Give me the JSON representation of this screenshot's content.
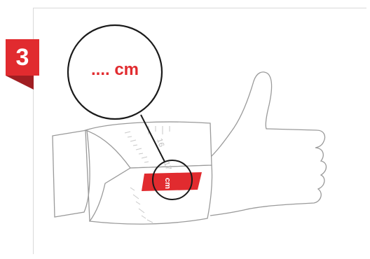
{
  "step": {
    "number": "3"
  },
  "magnifier": {
    "reading": ".... cm"
  },
  "tape": {
    "unit_label": "cm",
    "tick_labels": [
      "16",
      "17"
    ]
  },
  "colors": {
    "accent": "#e12b2f",
    "accent_dark": "#a01e22",
    "line": "#9a9a9a",
    "frame": "#d9d9d9"
  },
  "icons": [
    "thumbs-up-hand-icon",
    "magnifier-icon",
    "tape-measure-icon"
  ]
}
